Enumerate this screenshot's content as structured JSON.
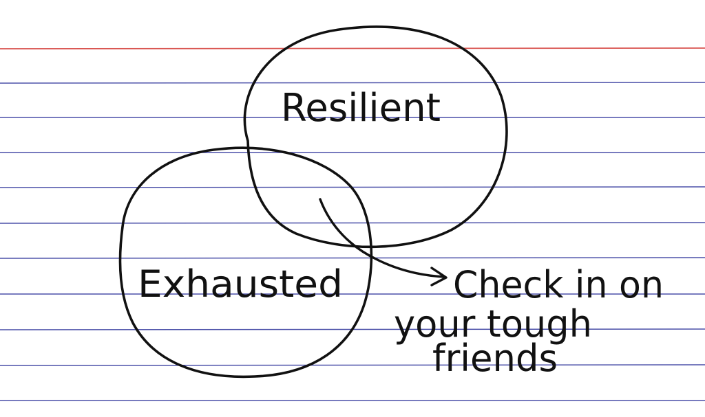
{
  "diagram": {
    "type": "venn",
    "circles": [
      {
        "label": "Resilient"
      },
      {
        "label": "Exhausted"
      }
    ],
    "callout": {
      "lines": [
        "Check in on",
        "your tough",
        "friends"
      ]
    }
  },
  "colors": {
    "paper": "#ffffff",
    "ruled_line": "#4a4fa8",
    "margin_line": "#d9534f",
    "ink": "#111111"
  }
}
